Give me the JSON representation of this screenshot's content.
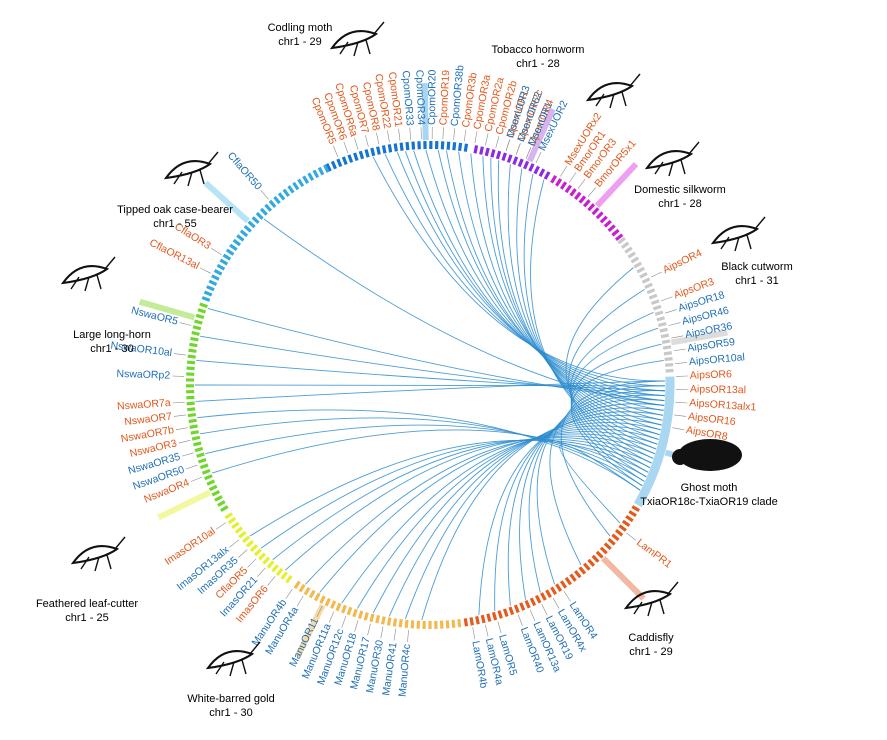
{
  "colors": {
    "blue_label": "#1f6fb5",
    "orange_label": "#e2581b",
    "link": "#2b8ccf"
  },
  "species": [
    {
      "id": "cpom",
      "name": "Codling moth",
      "sub": "chr1 - 29",
      "color": "#1474d4",
      "band": "#a8d6f2",
      "icon": "moth-silhouette-icon"
    },
    {
      "id": "msex",
      "name": "Tobacco hornworm",
      "sub": "chr1 - 28",
      "color": "#8a2be2",
      "band": "#d7b4f0",
      "icon": "moth-silhouette-icon"
    },
    {
      "id": "bmor",
      "name": "Domestic silkworm",
      "sub": "chr1 - 28",
      "color": "#c71ecf",
      "band": "#ef9ff3",
      "icon": "moth-silhouette-icon"
    },
    {
      "id": "aips",
      "name": "Black cutworm",
      "sub": "chr1 - 31",
      "color": "#c8c8c8",
      "band": "#dcdcdc",
      "icon": "moth-silhouette-icon"
    },
    {
      "id": "txia",
      "name": "Ghost moth",
      "sub": "TxiaOR18c-TxiaOR19 clade",
      "color": "#a9d6f0",
      "band": "#a9d6f0",
      "icon": "ghost-moth-icon"
    },
    {
      "id": "lamr",
      "name": "Caddisfly",
      "sub": "chr1 - 29",
      "color": "#e55a1c",
      "band": "#f2b8a3",
      "icon": "caddisfly-icon"
    },
    {
      "id": "maru",
      "name": "White-barred gold",
      "sub": "chr1 - 30",
      "color": "#f2b94e",
      "band": "#f7d9a6",
      "icon": "moth-silhouette-icon"
    },
    {
      "id": "imas",
      "name": "Feathered leaf-cutter",
      "sub": "chr1 - 25",
      "color": "#e3ef2f",
      "band": "#f3f7a0",
      "icon": "moth-silhouette-icon"
    },
    {
      "id": "nswa",
      "name": "Large long-horn",
      "sub": "chr1 - 30",
      "color": "#70d62d",
      "band": "#c4ec98",
      "icon": "moth-silhouette-icon"
    },
    {
      "id": "cfla",
      "name": "Tipped oak case-bearer",
      "sub": "chr1 - 55",
      "color": "#33a9df",
      "band": "#b6e4f7",
      "icon": "moth-silhouette-icon"
    }
  ],
  "genes": [
    {
      "label": "CpomOR5",
      "c": "o"
    },
    {
      "label": "CpomOR6",
      "c": "o"
    },
    {
      "label": "CpomOR6a",
      "c": "o"
    },
    {
      "label": "CpomOR7",
      "c": "o"
    },
    {
      "label": "CpomOR8",
      "c": "o"
    },
    {
      "label": "CpomOR22",
      "c": "o"
    },
    {
      "label": "CpomOR21",
      "c": "o"
    },
    {
      "label": "CpomOR33",
      "c": "b"
    },
    {
      "label": "CpomOR34",
      "c": "b"
    },
    {
      "label": "CpomOR20",
      "c": "b"
    },
    {
      "label": "CpomOR19",
      "c": "o"
    },
    {
      "label": "CpomOR38b",
      "c": "b"
    },
    {
      "label": "CpomOR3b",
      "c": "o"
    },
    {
      "label": "CpomOR3a",
      "c": "o"
    },
    {
      "label": "CpomOR2a",
      "c": "o"
    },
    {
      "label": "CpomOR2b",
      "c": "o"
    },
    {
      "label": "CpomOR1",
      "c": "o"
    },
    {
      "label": "CpomOR2c",
      "c": "o"
    },
    {
      "label": "CpomOR4",
      "c": "o"
    },
    {
      "label": "MsexUOR3",
      "c": "b"
    },
    {
      "label": "MsexOR62",
      "c": "b"
    },
    {
      "label": "MsexOR1",
      "c": "b"
    },
    {
      "label": "MsexUOR2",
      "c": "b"
    },
    {
      "label": "MsexUORx2",
      "c": "o"
    },
    {
      "label": "BmorOR1",
      "c": "o"
    },
    {
      "label": "BmorOR3",
      "c": "o"
    },
    {
      "label": "BmorOR5x1",
      "c": "o"
    },
    {
      "label": "AipsOR4",
      "c": "o"
    },
    {
      "label": "AipsOR3",
      "c": "o"
    },
    {
      "label": "AipsOR18",
      "c": "b"
    },
    {
      "label": "AipsOR46",
      "c": "b"
    },
    {
      "label": "AipsOR36",
      "c": "b"
    },
    {
      "label": "AipsOR59",
      "c": "b"
    },
    {
      "label": "AipsOR10al",
      "c": "b"
    },
    {
      "label": "AipsOR6",
      "c": "o"
    },
    {
      "label": "AipsOR13al",
      "c": "o"
    },
    {
      "label": "AipsOR13alx1",
      "c": "o"
    },
    {
      "label": "AipsOR16",
      "c": "o"
    },
    {
      "label": "AipsOR8",
      "c": "o"
    },
    {
      "label": "LamPR1",
      "c": "o"
    },
    {
      "label": "LamOR4",
      "c": "b"
    },
    {
      "label": "LamOR4x",
      "c": "b"
    },
    {
      "label": "LamOR19",
      "c": "b"
    },
    {
      "label": "LamOR13a",
      "c": "b"
    },
    {
      "label": "LamOR40",
      "c": "b"
    },
    {
      "label": "LamOR5",
      "c": "b"
    },
    {
      "label": "LamOR4a",
      "c": "b"
    },
    {
      "label": "LamOR4b",
      "c": "b"
    },
    {
      "label": "ManuOR4c",
      "c": "b"
    },
    {
      "label": "ManuOR41",
      "c": "b"
    },
    {
      "label": "ManuOR30",
      "c": "b"
    },
    {
      "label": "ManuOR17",
      "c": "b"
    },
    {
      "label": "ManuOR18",
      "c": "b"
    },
    {
      "label": "ManuOR12c",
      "c": "b"
    },
    {
      "label": "ManuOR11a",
      "c": "b"
    },
    {
      "label": "ManuOR11",
      "c": "b"
    },
    {
      "label": "ManuOR4a",
      "c": "b"
    },
    {
      "label": "ManuOR4b",
      "c": "b"
    },
    {
      "label": "ImasOR6",
      "c": "o"
    },
    {
      "label": "ImasOR21",
      "c": "b"
    },
    {
      "label": "CflaOR5",
      "c": "o"
    },
    {
      "label": "ImasOR35",
      "c": "b"
    },
    {
      "label": "ImasOR13alx",
      "c": "b"
    },
    {
      "label": "ImasOR10al",
      "c": "o"
    },
    {
      "label": "NswaOR4",
      "c": "o"
    },
    {
      "label": "NswaOR50",
      "c": "b"
    },
    {
      "label": "NswaOR35",
      "c": "b"
    },
    {
      "label": "NswaOR3",
      "c": "o"
    },
    {
      "label": "NswaOR7b",
      "c": "o"
    },
    {
      "label": "NswaOR7",
      "c": "o"
    },
    {
      "label": "NswaOR7a",
      "c": "o"
    },
    {
      "label": "NswaORp2",
      "c": "b"
    },
    {
      "label": "NswaOR10al",
      "c": "b"
    },
    {
      "label": "NswaOR5",
      "c": "b"
    },
    {
      "label": "CflaOR13al",
      "c": "o"
    },
    {
      "label": "CflaOR3",
      "c": "o"
    },
    {
      "label": "CflaOR50",
      "c": "b"
    }
  ]
}
